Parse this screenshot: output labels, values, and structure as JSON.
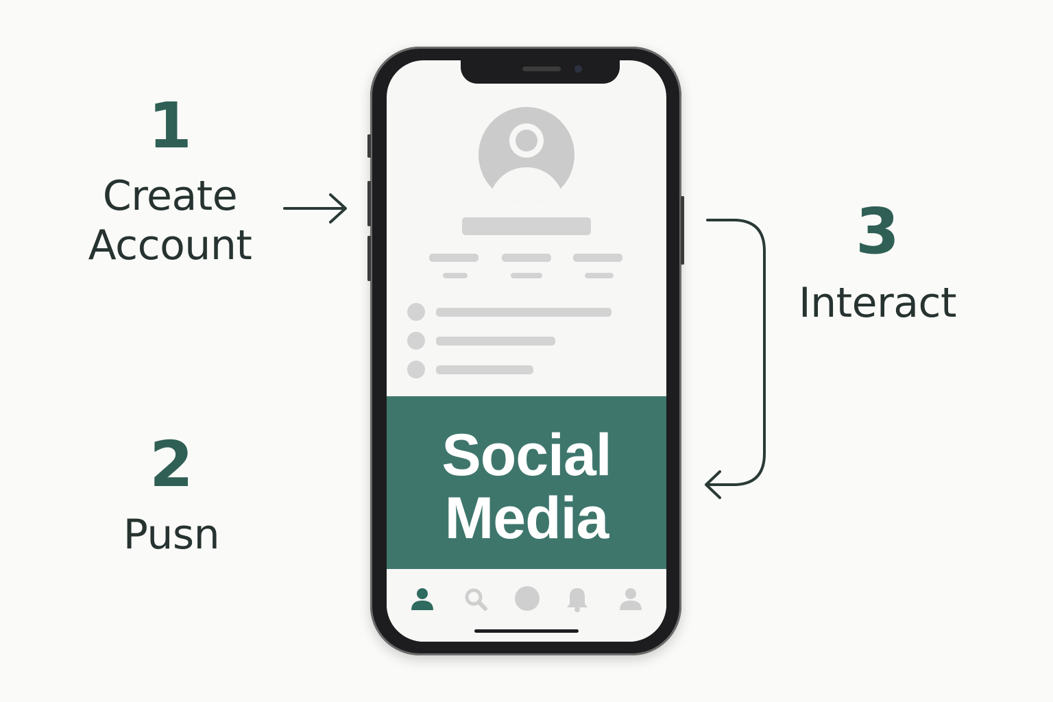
{
  "steps": [
    {
      "number": "1",
      "label_line1": "Create",
      "label_line2": "Account"
    },
    {
      "number": "2",
      "label": "Pusn"
    },
    {
      "number": "3",
      "label": "Interact"
    }
  ],
  "phone": {
    "banner_line1": "Social",
    "banner_line2": "Media",
    "tab_icons": [
      "profile-icon",
      "search-icon",
      "home-circle-icon",
      "bell-icon",
      "user-icon"
    ]
  },
  "colors": {
    "accent": "#3e766c",
    "number": "#2f5f55",
    "text": "#263330",
    "placeholder": "#d3d3d3",
    "background": "#fafaf8"
  }
}
